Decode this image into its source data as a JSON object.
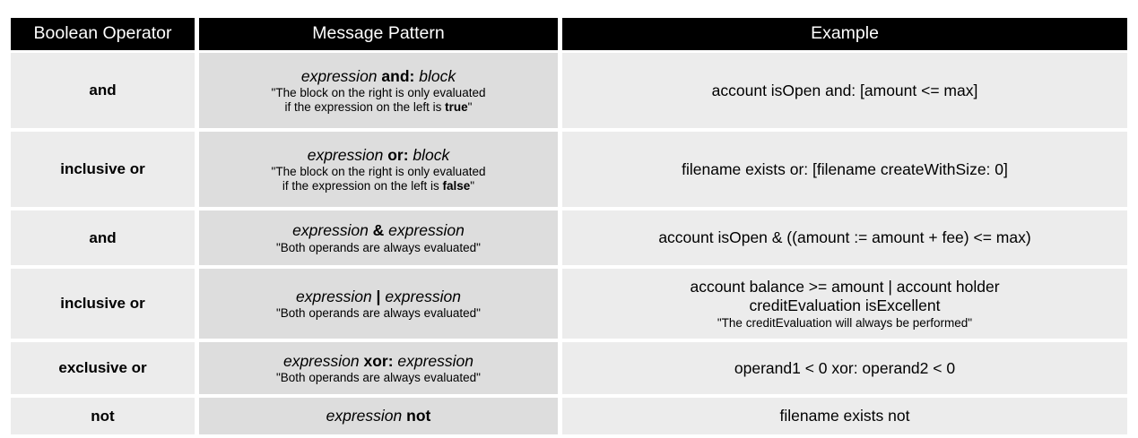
{
  "table": {
    "columns": [
      "Boolean Operator",
      "Message Pattern",
      "Example"
    ],
    "rows": [
      {
        "operator": "and",
        "pattern_main_pre": "expression ",
        "pattern_main_bold": "and:",
        "pattern_main_post": " block",
        "pattern_note_line1": "\"The block on the right is only evaluated",
        "pattern_note_line2_pre": "if the expression on the left is ",
        "pattern_note_line2_bold": "true",
        "pattern_note_line2_post": "\"",
        "example_line1": "account isOpen and: [amount <= max]",
        "example_line2": "",
        "example_note": ""
      },
      {
        "operator": "inclusive or",
        "pattern_main_pre": "expression ",
        "pattern_main_bold": "or:",
        "pattern_main_post": " block",
        "pattern_note_line1": "\"The block on the right is only evaluated",
        "pattern_note_line2_pre": "if the expression on the left is ",
        "pattern_note_line2_bold": "false",
        "pattern_note_line2_post": "\"",
        "example_line1": "filename exists or: [filename createWithSize: 0]",
        "example_line2": "",
        "example_note": ""
      },
      {
        "operator": "and",
        "pattern_main_pre": "expression ",
        "pattern_main_bold": "&",
        "pattern_main_post": " expression",
        "pattern_note_line1": "\"Both operands are always evaluated\"",
        "pattern_note_line2_pre": "",
        "pattern_note_line2_bold": "",
        "pattern_note_line2_post": "",
        "example_line1": "account isOpen & ((amount := amount + fee) <= max)",
        "example_line2": "",
        "example_note": ""
      },
      {
        "operator": "inclusive or",
        "pattern_main_pre": "expression ",
        "pattern_main_bold": "|",
        "pattern_main_post": " expression",
        "pattern_note_line1": "\"Both operands are always evaluated\"",
        "pattern_note_line2_pre": "",
        "pattern_note_line2_bold": "",
        "pattern_note_line2_post": "",
        "example_line1": "account balance >= amount | account holder",
        "example_line2": "creditEvaluation isExcellent",
        "example_note": "\"The creditEvaluation will always be performed\""
      },
      {
        "operator": "exclusive or",
        "pattern_main_pre": "expression ",
        "pattern_main_bold": "xor:",
        "pattern_main_post": " expression",
        "pattern_note_line1": "\"Both operands are always evaluated\"",
        "pattern_note_line2_pre": "",
        "pattern_note_line2_bold": "",
        "pattern_note_line2_post": "",
        "example_line1": "operand1 < 0 xor: operand2 < 0",
        "example_line2": "",
        "example_note": ""
      },
      {
        "operator": "not",
        "pattern_main_pre": "expression ",
        "pattern_main_bold": "not",
        "pattern_main_post": "",
        "pattern_note_line1": "",
        "pattern_note_line2_pre": "",
        "pattern_note_line2_bold": "",
        "pattern_note_line2_post": "",
        "example_line1": "filename exists not",
        "example_line2": "",
        "example_note": ""
      }
    ]
  },
  "colors": {
    "header_bg": "#000000",
    "header_fg": "#ffffff",
    "col1_bg": "#ececec",
    "col2_bg": "#dddddd",
    "col3_bg": "#ececec",
    "page_bg": "#ffffff"
  }
}
